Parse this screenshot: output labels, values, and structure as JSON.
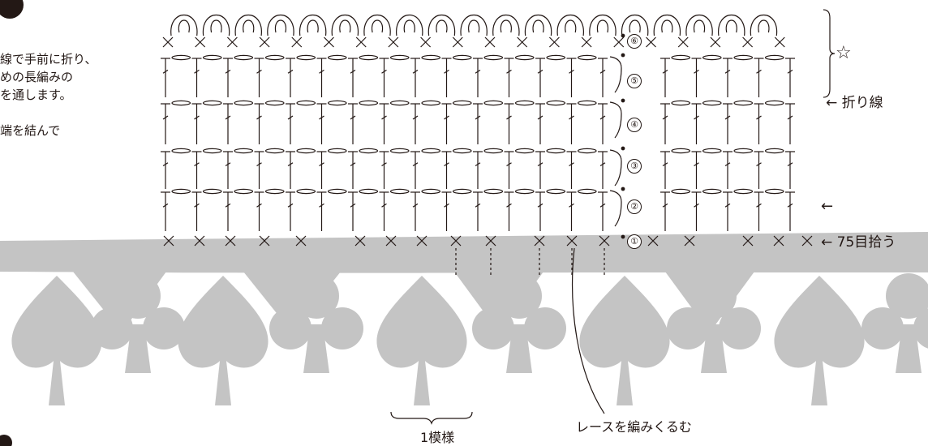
{
  "step_badge": "",
  "instructions": [
    "線で手前に折り、",
    "めの長編みの",
    "を通します。",
    "",
    "端を結んで"
  ],
  "rounds": [
    "①",
    "②",
    "③",
    "④",
    "⑤",
    "⑥"
  ],
  "labels": {
    "star": "☆",
    "fold_line": "← 折り線",
    "arrow_left": "←",
    "pick_up": "← 75目拾う",
    "lace_wrap": "レースを編みくるむ",
    "one_repeat": "1模様"
  },
  "colors": {
    "lace": "#c4c4c4",
    "ink": "#231815"
  }
}
